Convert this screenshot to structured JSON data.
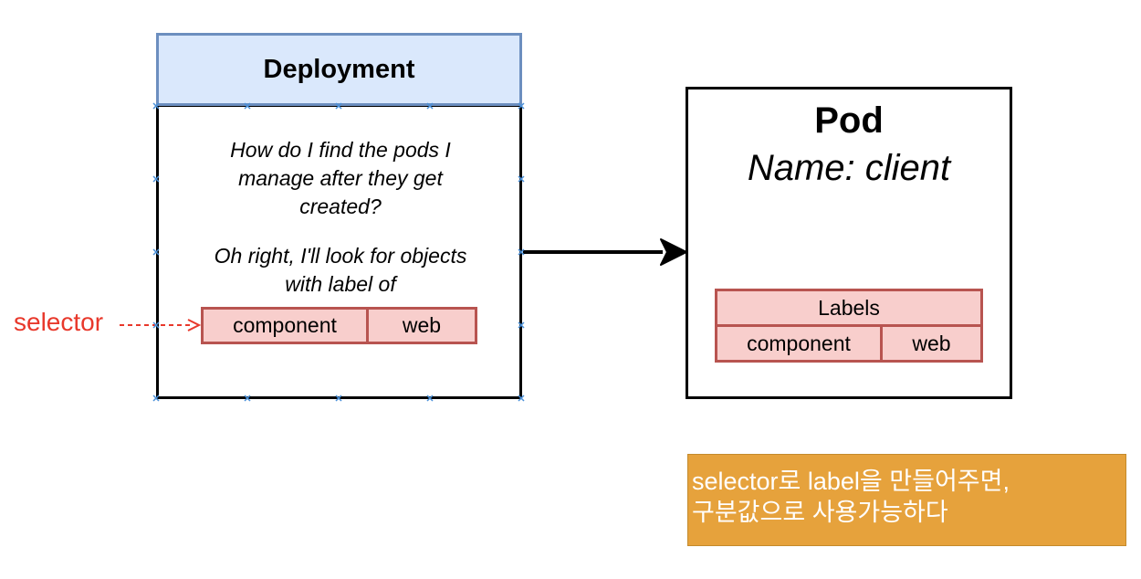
{
  "deployment": {
    "title": "Deployment",
    "question": "How do I find the pods I manage after they get created?",
    "answer": "Oh right, I'll look for objects with label of",
    "selector_key": "component",
    "selector_value": "web"
  },
  "selector_label": "selector",
  "pod": {
    "title": "Pod",
    "name": "Name: client",
    "labels_header": "Labels",
    "label_key": "component",
    "label_value": "web"
  },
  "note": {
    "line1": "selector로 label을 만들어주면,",
    "line2": "구분값으로 사용가능하다"
  },
  "colors": {
    "deployment_header_fill": "#dae8fc",
    "deployment_header_stroke": "#6c8ebf",
    "label_fill": "#f8cecc",
    "label_stroke": "#b85450",
    "selector_red": "#e8382b",
    "note_fill": "#e6a23c",
    "connection_point": "#4a90d9"
  }
}
